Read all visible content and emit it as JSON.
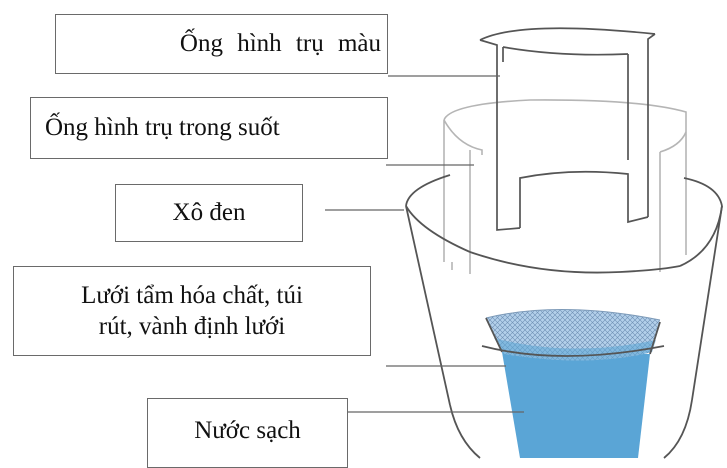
{
  "labels": {
    "colored_tube": "Ống hình trụ màu",
    "clear_tube": "Ống hình trụ trong suốt",
    "black_bucket": "Xô đen",
    "net": "Lưới tẩm hóa chất, túi\nrút, vành định lưới",
    "clean_water": "Nước sạch"
  },
  "colors": {
    "water": "#5aa5d6",
    "net": "#a9c9e6",
    "line": "#666666",
    "box_border": "#6a6a6a",
    "text": "#111111"
  }
}
